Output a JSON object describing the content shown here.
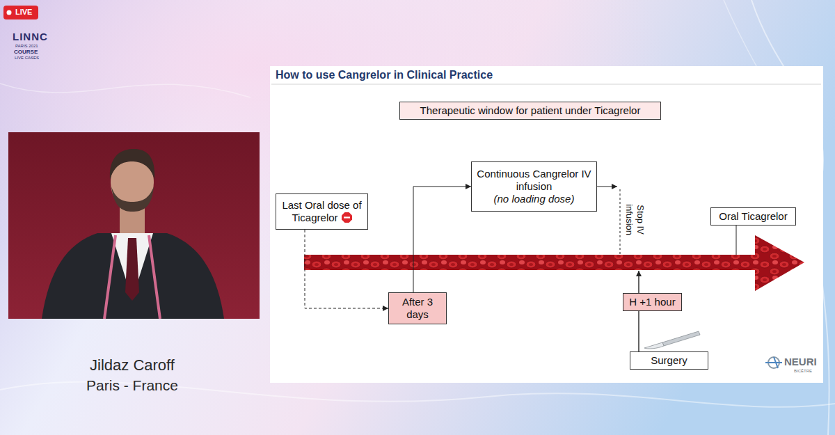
{
  "diagram": {
    "title": "How to use Cangrelor in Clinical Practice",
    "nodes": [
      {
        "text": [
          "Therapeutic window for patient under Ticagrelor"
        ]
      },
      {
        "text": [
          "Last Oral dose of Ticagrelor"
        ]
      },
      {
        "text": [
          "Continuous Cangrelor IV infusion",
          "(no loading dose)"
        ]
      },
      {
        "text": [
          "Oral Ticagrelor"
        ]
      },
      {
        "text": [
          "After 3 days"
        ]
      },
      {
        "text": [
          "H +1 hour"
        ]
      },
      {
        "text": [
          "Surgery"
        ]
      }
    ],
    "edges": [
      {
        "from": 1,
        "to": 4,
        "arrow": "to"
      },
      {
        "from": 4,
        "to": 2,
        "arrow": "to"
      },
      {
        "from": 6,
        "to": 5,
        "arrow": "none"
      }
    ],
    "labels": [
      "LIVE",
      "LINNC",
      "PARIS 2021",
      "COURSE",
      "LIVE CASES",
      "Jildaz Caroff",
      "Paris - France",
      "Stop IV infusion",
      "NEURI",
      "BICÊTRE"
    ]
  }
}
